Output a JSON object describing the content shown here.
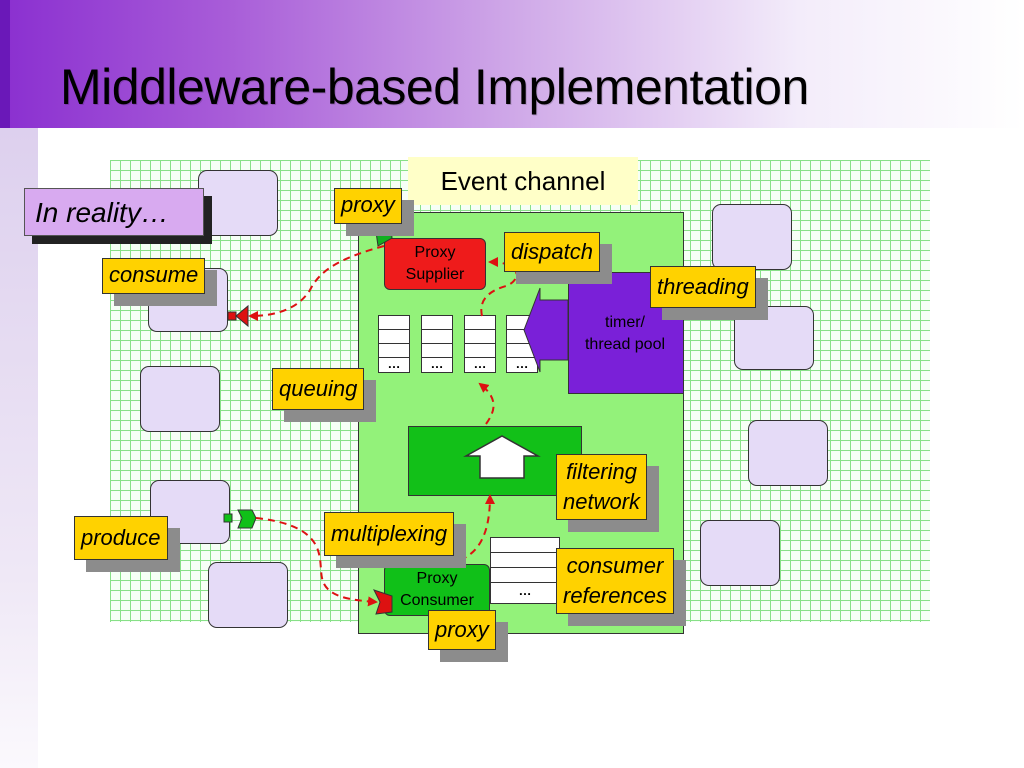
{
  "slide": {
    "title": "Middleware-based Implementation",
    "note": "In reality…"
  },
  "diagram": {
    "event_channel_label": "Event channel",
    "proxy_supplier": [
      "Proxy",
      "Supplier"
    ],
    "proxy_consumer": [
      "Proxy",
      "Consumer"
    ],
    "timer": [
      "timer/",
      "thread pool"
    ],
    "queue_ellipsis": "…",
    "refs_ellipsis": "…"
  },
  "callouts": {
    "proxy_top": "proxy",
    "consume": "consume",
    "dispatch": "dispatch",
    "threading": "threading",
    "queuing": "queuing",
    "filtering_network": [
      "filtering",
      "network"
    ],
    "produce": "produce",
    "multiplexing": "multiplexing",
    "consumer_references": [
      "consumer",
      "references"
    ],
    "proxy_bottom": "proxy"
  },
  "colors": {
    "title_gradient_start": "#8a2fd0",
    "event_channel_fill": "#93f27a",
    "proxy_supplier_fill": "#ee1b1b",
    "proxy_consumer_fill": "#10c018",
    "timer_fill": "#7a20d8",
    "callout_fill": "#ffd200",
    "node_fill": "#e5dbf7",
    "arrow_color": "#dd1111"
  }
}
